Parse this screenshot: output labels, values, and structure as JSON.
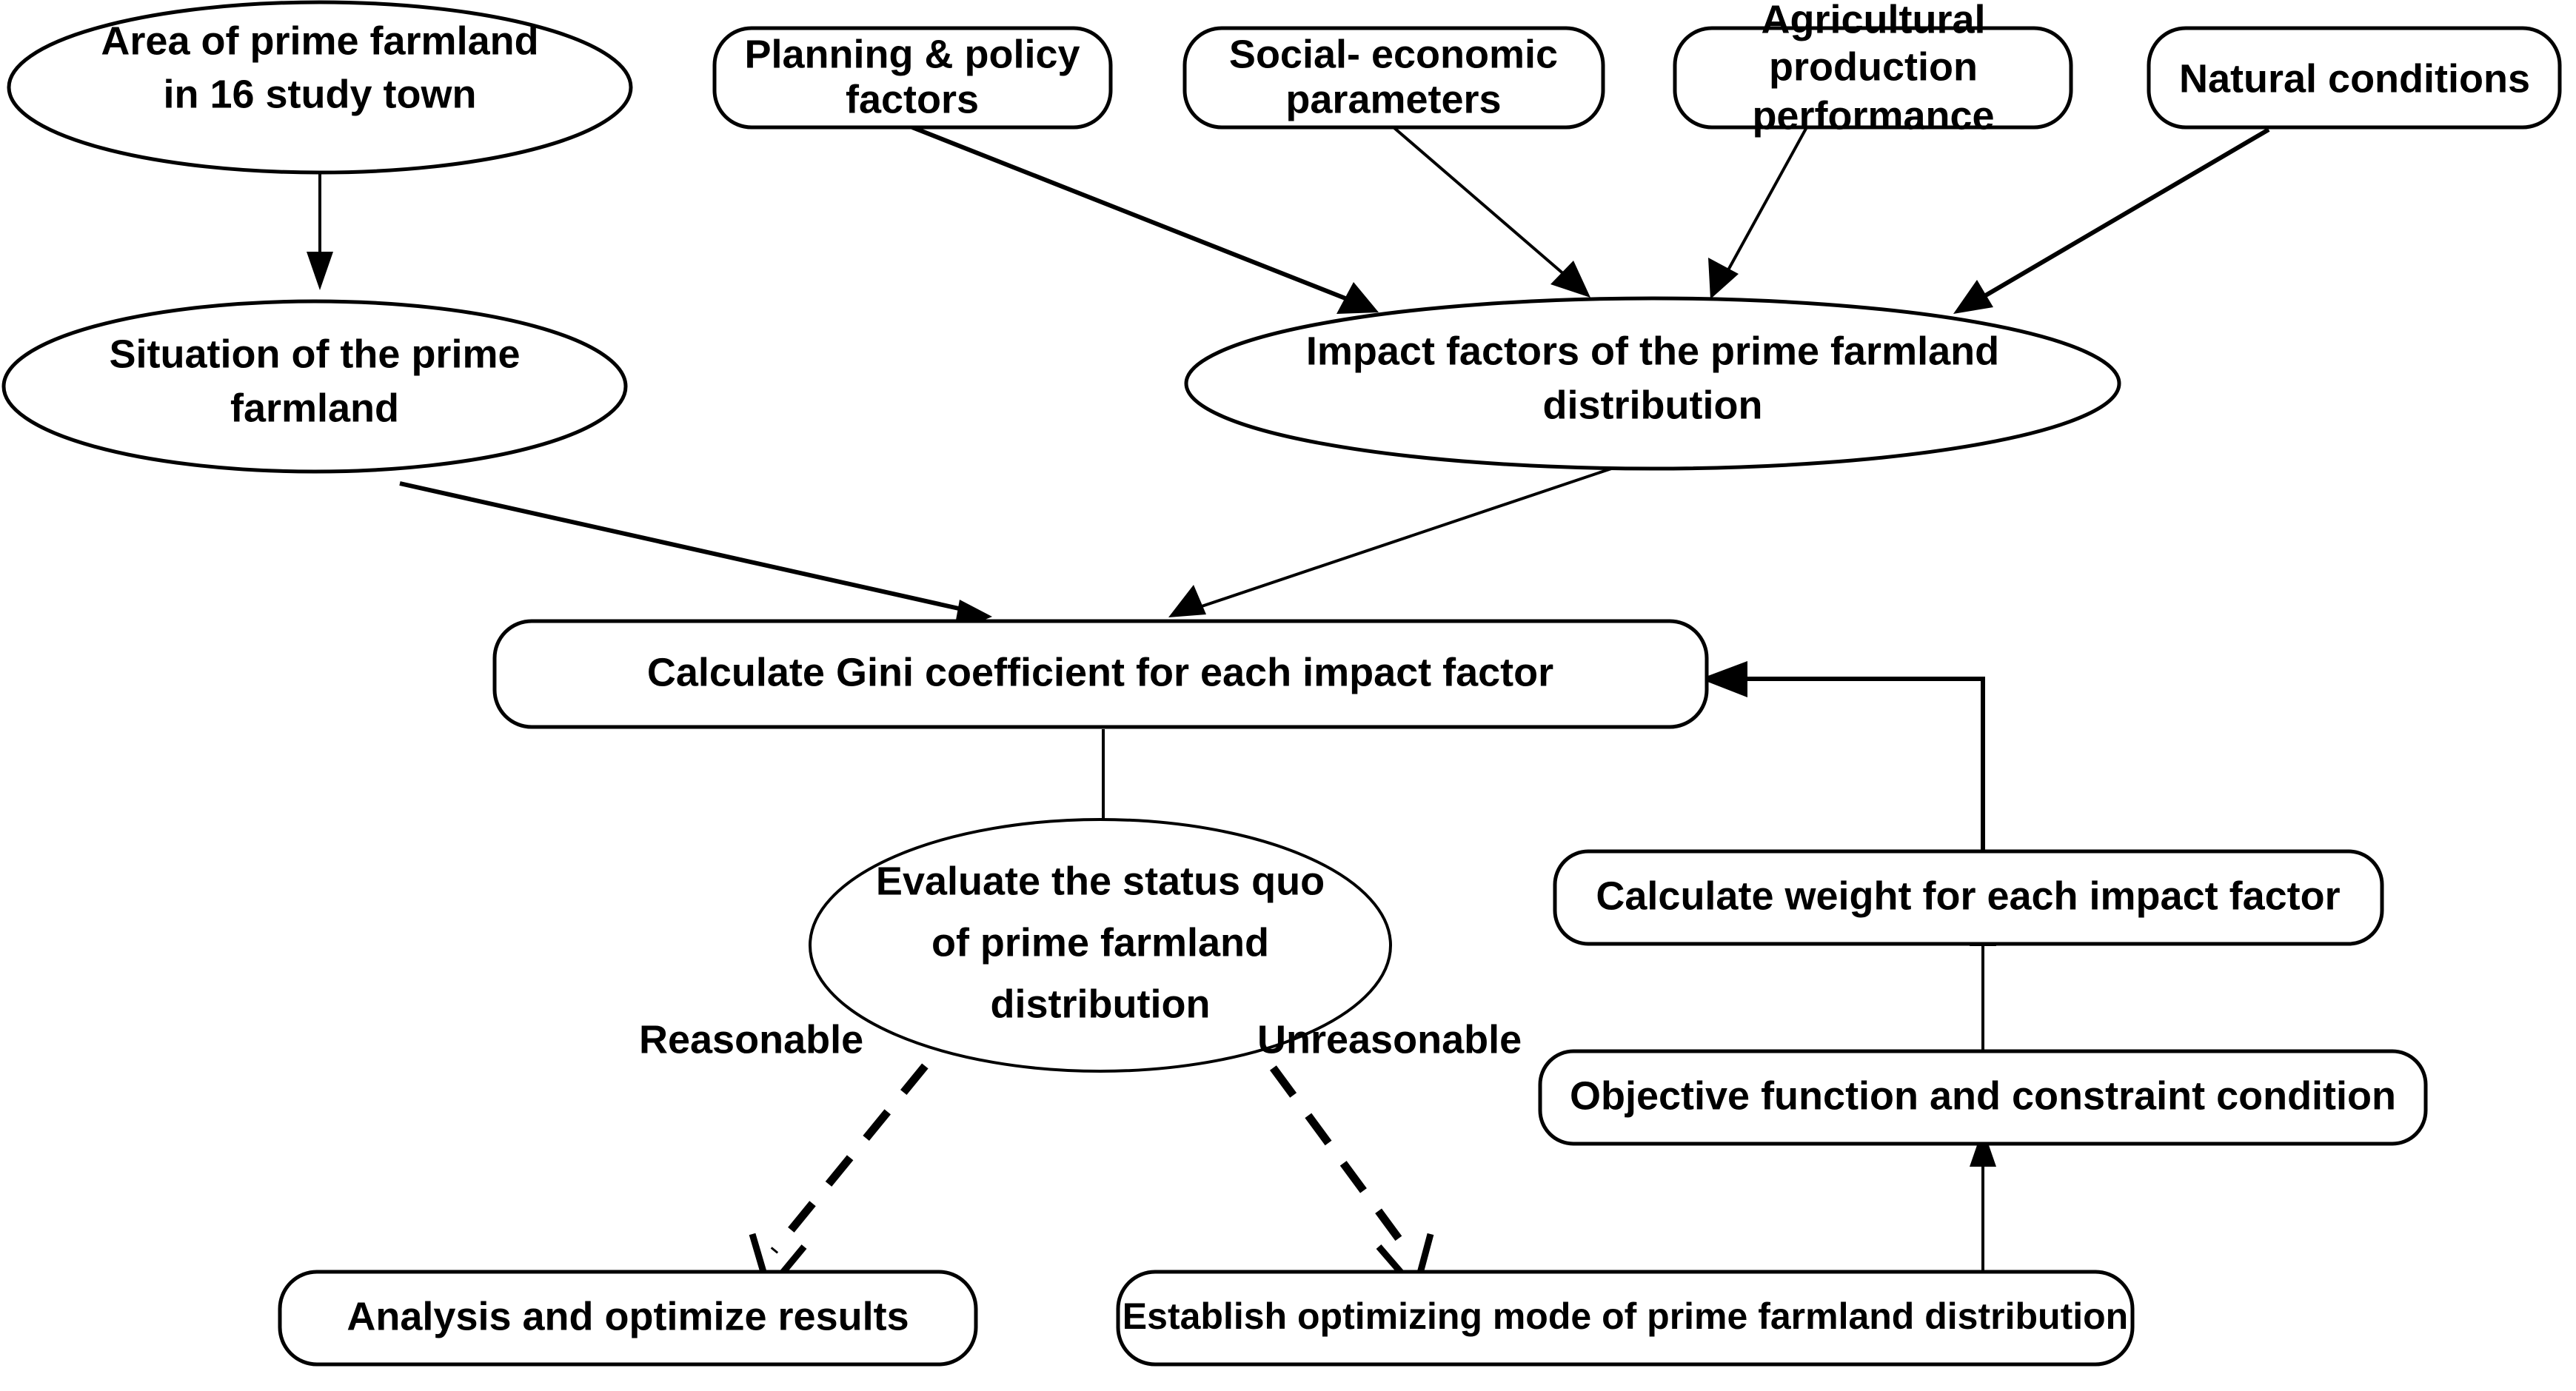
{
  "diagram": {
    "type": "flowchart",
    "title": "Prime farmland distribution evaluation and optimization workflow",
    "background_color": "#ffffff",
    "line_color": "#000000",
    "node_fill": "#ffffff"
  },
  "nodes": {
    "area_prime_farmland": {
      "shape": "ellipse",
      "lines": [
        "Area of  prime farmland",
        "in 16 study town"
      ]
    },
    "planning_policy": {
      "shape": "rounded-rect",
      "lines": [
        "Planning & policy",
        "factors"
      ]
    },
    "social_economic": {
      "shape": "rounded-rect",
      "lines": [
        "Social- economic",
        "parameters"
      ]
    },
    "agricultural_production": {
      "shape": "rounded-rect",
      "lines": [
        "Agricultural",
        "production",
        "performance"
      ]
    },
    "natural_conditions": {
      "shape": "rounded-rect",
      "lines": [
        "Natural conditions"
      ]
    },
    "situation_prime_farmland": {
      "shape": "ellipse",
      "lines": [
        "Situation of the prime",
        "farmland"
      ]
    },
    "impact_factors": {
      "shape": "ellipse",
      "lines": [
        "Impact factors of the prime farmland",
        "distribution"
      ]
    },
    "calculate_gini": {
      "shape": "rounded-rect",
      "lines": [
        "Calculate  Gini coefficient for each impact factor"
      ]
    },
    "evaluate_status_quo": {
      "shape": "ellipse",
      "lines": [
        "Evaluate the status quo",
        "of prime farmland",
        "distribution"
      ]
    },
    "calculate_weight": {
      "shape": "rounded-rect",
      "lines": [
        "Calculate weight for each impact factor"
      ]
    },
    "objective_function": {
      "shape": "rounded-rect",
      "lines": [
        "Objective function and constraint condition"
      ]
    },
    "analysis_results": {
      "shape": "rounded-rect",
      "lines": [
        "Analysis and optimize results"
      ]
    },
    "establish_mode": {
      "shape": "rounded-rect",
      "lines": [
        "Establish optimizing mode of prime farmland distribution"
      ]
    }
  },
  "edge_labels": {
    "reasonable": "Reasonable",
    "unreasonable": "Unreasonable"
  },
  "edges": [
    {
      "from": "area_prime_farmland",
      "to": "situation_prime_farmland",
      "style": "solid"
    },
    {
      "from": "planning_policy",
      "to": "impact_factors",
      "style": "solid"
    },
    {
      "from": "social_economic",
      "to": "impact_factors",
      "style": "solid"
    },
    {
      "from": "agricultural_production",
      "to": "impact_factors",
      "style": "solid"
    },
    {
      "from": "natural_conditions",
      "to": "impact_factors",
      "style": "solid"
    },
    {
      "from": "situation_prime_farmland",
      "to": "calculate_gini",
      "style": "solid"
    },
    {
      "from": "impact_factors",
      "to": "calculate_gini",
      "style": "solid"
    },
    {
      "from": "calculate_gini",
      "to": "evaluate_status_quo",
      "style": "solid"
    },
    {
      "from": "evaluate_status_quo",
      "to": "analysis_results",
      "style": "dashed",
      "label": "Reasonable"
    },
    {
      "from": "evaluate_status_quo",
      "to": "establish_mode",
      "style": "dashed",
      "label": "Unreasonable"
    },
    {
      "from": "establish_mode",
      "to": "objective_function",
      "style": "solid"
    },
    {
      "from": "objective_function",
      "to": "calculate_weight",
      "style": "solid"
    },
    {
      "from": "calculate_weight",
      "to": "calculate_gini",
      "style": "solid"
    }
  ]
}
